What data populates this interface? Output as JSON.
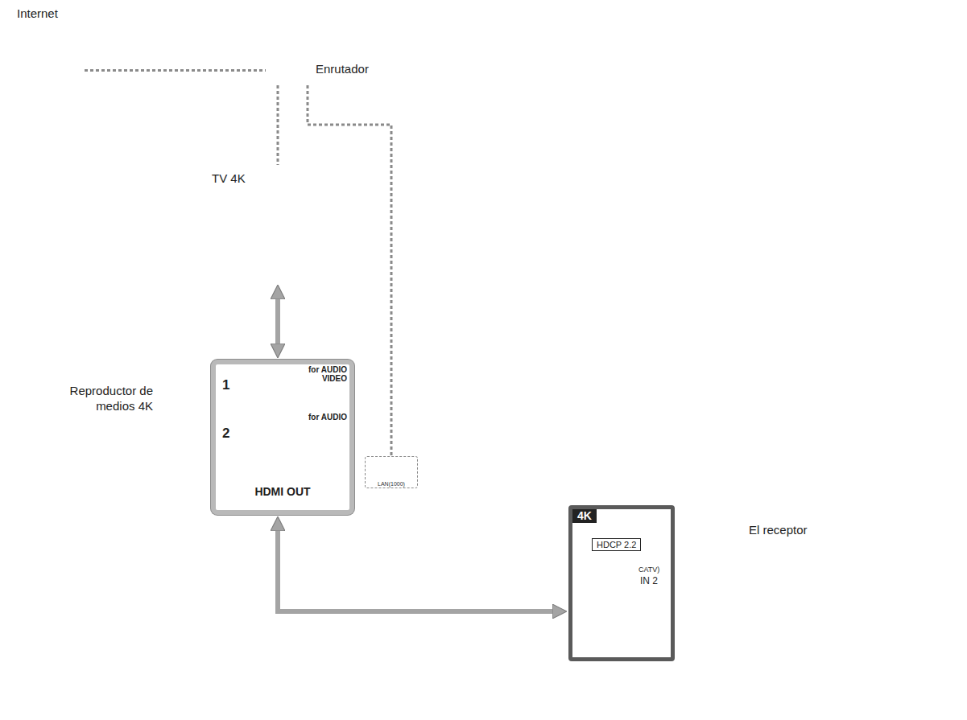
{
  "diagram": {
    "nodes": [
      {
        "text": [
          "Internet"
        ]
      },
      {
        "text": [
          "Enrutador"
        ]
      },
      {
        "text": [
          "TV 4K"
        ]
      },
      {
        "text": [
          "Reproductor de medios 4K"
        ]
      },
      {
        "text": [
          "1",
          "for AUDIO VIDEO",
          "2",
          "for AUDIO",
          "HDMI OUT"
        ],
        "in": 3
      },
      {
        "text": [
          "LAN(1000)"
        ],
        "in": 3
      },
      {
        "text": [
          "El receptor"
        ]
      },
      {
        "text": [
          "4K",
          "HDCP 2.2",
          "CATV)",
          "IN 2"
        ],
        "in": 6
      }
    ],
    "edges": [
      {
        "from": 0,
        "to": 1,
        "arrow": "none"
      },
      {
        "from": 1,
        "to": 2,
        "arrow": "none"
      },
      {
        "from": 1,
        "to": 5,
        "arrow": "none"
      },
      {
        "from": 4,
        "to": 2,
        "arrow": "both"
      },
      {
        "from": 4,
        "to": 7,
        "arrow": "both"
      }
    ]
  }
}
